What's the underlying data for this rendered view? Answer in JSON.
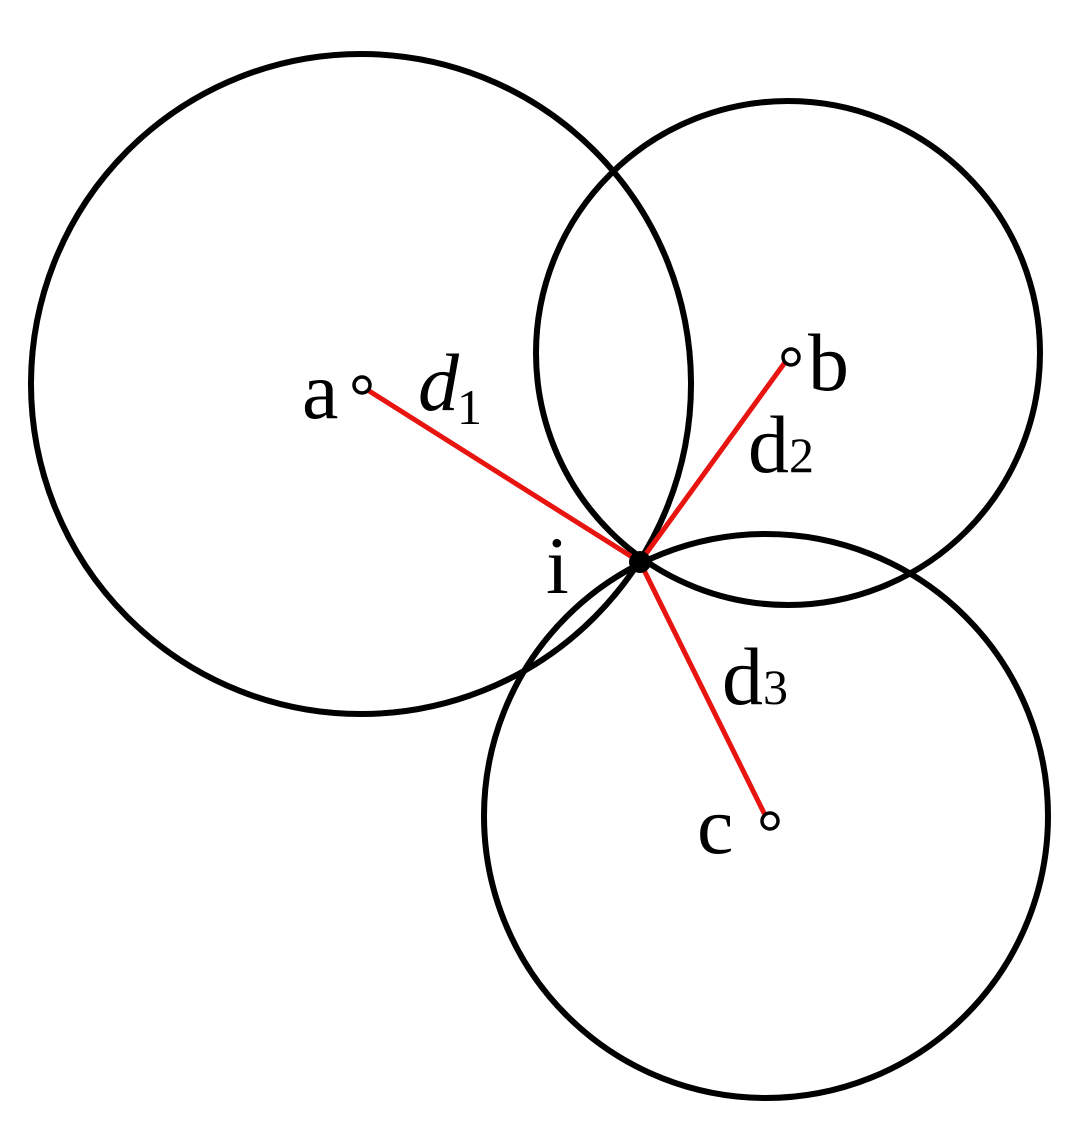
{
  "colors": {
    "circle_stroke": "#000000",
    "distance_line": "#e8140f",
    "text": "#000000",
    "background": "#ffffff"
  },
  "points": {
    "a": {
      "label": "a"
    },
    "b": {
      "label": "b"
    },
    "c": {
      "label": "c"
    },
    "i": {
      "label": "i"
    }
  },
  "distances": {
    "d1": {
      "main": "d",
      "sub": "1"
    },
    "d2": {
      "main": "d",
      "sub": "2"
    },
    "d3": {
      "main": "d",
      "sub": "3"
    }
  }
}
